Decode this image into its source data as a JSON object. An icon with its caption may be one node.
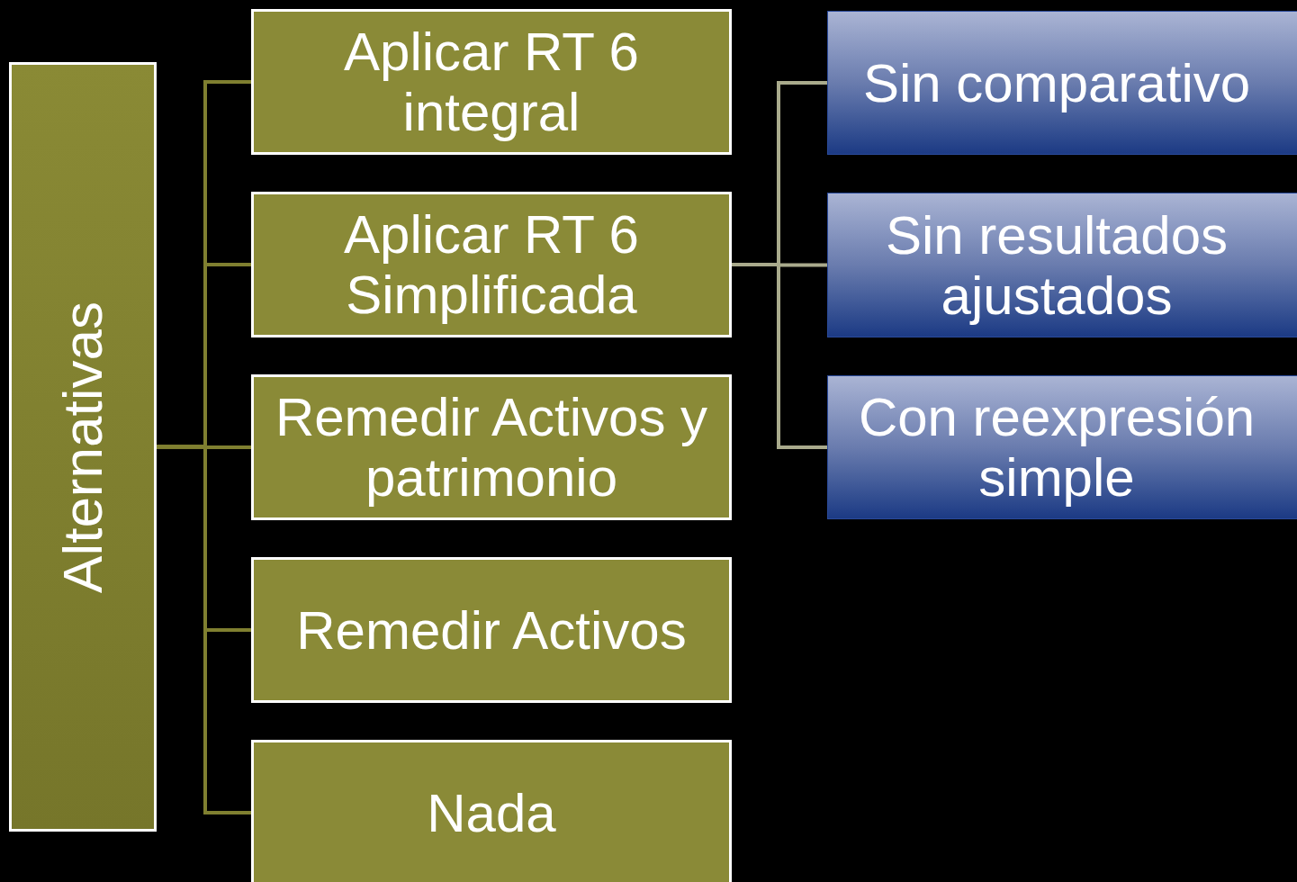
{
  "diagram": {
    "nodes": [
      {
        "text": [
          "Alternativas"
        ]
      },
      {
        "text": [
          "Aplicar RT 6 integral"
        ]
      },
      {
        "text": [
          "Aplicar RT 6 Simplificada"
        ]
      },
      {
        "text": [
          "Remedir Activos y patrimonio"
        ]
      },
      {
        "text": [
          "Remedir Activos"
        ]
      },
      {
        "text": [
          "Nada"
        ]
      },
      {
        "text": [
          "Sin comparativo"
        ]
      },
      {
        "text": [
          "Sin resultados ajustados"
        ]
      },
      {
        "text": [
          "Con reexpresión simple"
        ]
      }
    ],
    "edges": [
      {
        "from": 0,
        "to": 1,
        "arrow": "none"
      },
      {
        "from": 0,
        "to": 2,
        "arrow": "none"
      },
      {
        "from": 0,
        "to": 3,
        "arrow": "none"
      },
      {
        "from": 0,
        "to": 4,
        "arrow": "none"
      },
      {
        "from": 0,
        "to": 5,
        "arrow": "none"
      },
      {
        "from": 2,
        "to": 6,
        "arrow": "none",
        "color": "#a9aa8c"
      },
      {
        "from": 2,
        "to": 7,
        "arrow": "none",
        "color": "#a9aa8c"
      },
      {
        "from": 2,
        "to": 8,
        "arrow": "none",
        "color": "#a9aa8c"
      }
    ]
  }
}
